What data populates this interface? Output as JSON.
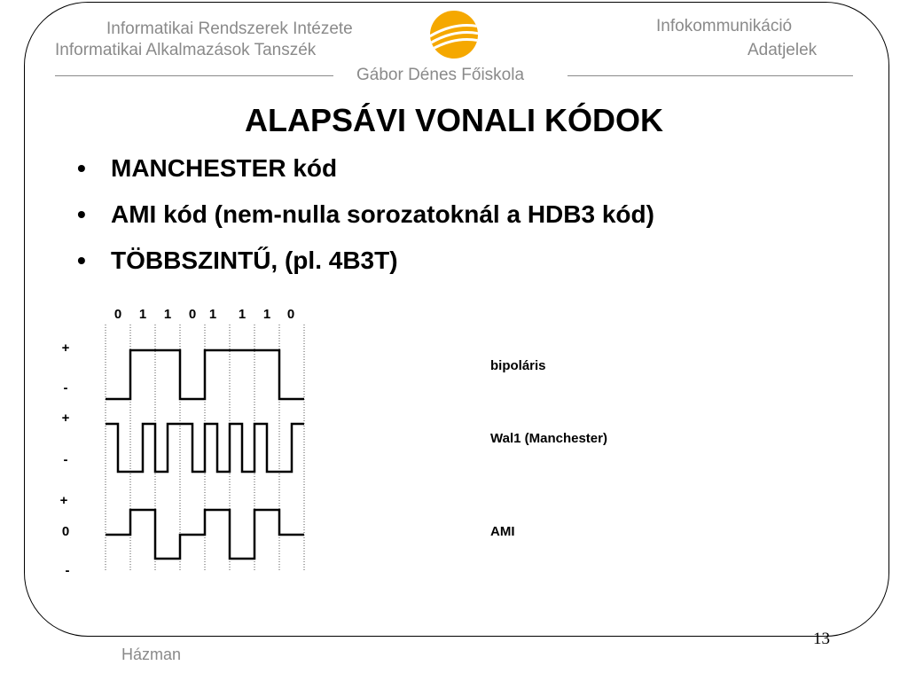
{
  "header": {
    "institute": "Informatikai Rendszerek Intézete",
    "department": "Informatikai Alkalmazások Tanszék",
    "school": "Gábor Dénes Főiskola",
    "course": "Infokommunikáció",
    "topic": "Adatjelek"
  },
  "slide": {
    "title": "ALAPSÁVI VONALI KÓDOK",
    "bullets": [
      "MANCHESTER kód",
      "AMI kód (nem-nulla sorozatoknál a HDB3 kód)",
      "TÖBBSZINTŰ, (pl. 4B3T)"
    ]
  },
  "diagram": {
    "bits": [
      "0",
      "1",
      "1",
      "0",
      "1",
      "1",
      "1",
      "0"
    ],
    "signals": [
      {
        "name": "bipoláris",
        "levels": [
          "+",
          "-"
        ]
      },
      {
        "name": "Wal1 (Manchester)",
        "levels": [
          "+",
          "-"
        ]
      },
      {
        "name": "AMI",
        "levels": [
          "+",
          "0",
          "-"
        ]
      }
    ]
  },
  "footer": {
    "author": "Házman",
    "page": "13"
  },
  "colors": {
    "logo": "#f5a800",
    "gray_text": "#8a8a8a"
  }
}
